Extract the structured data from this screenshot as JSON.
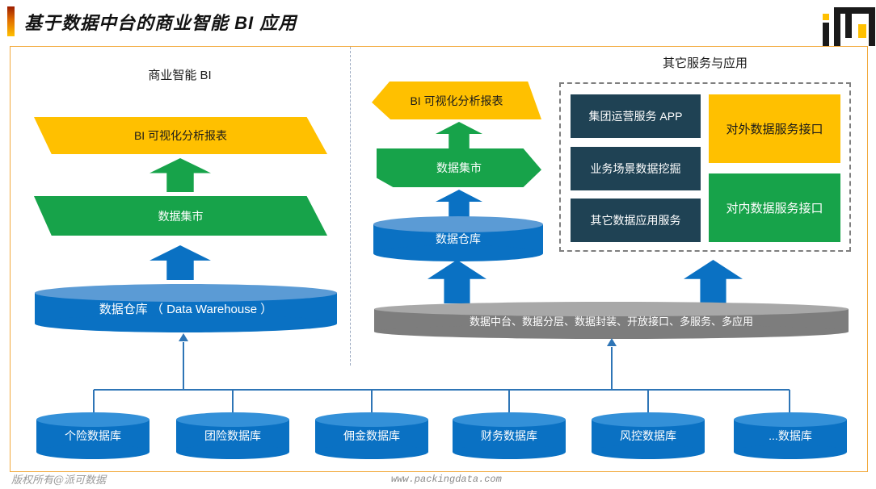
{
  "title": "基于数据中台的商业智能 BI 应用",
  "bi_section": {
    "heading": "商业智能 BI",
    "report_banner": "BI 可视化分析报表",
    "mart_banner": "数据集市",
    "warehouse_label": "数据仓库 （ Data Warehouse ）"
  },
  "mid_section": {
    "report_banner": "BI 可视化分析报表",
    "mart_banner": "数据集市",
    "warehouse_label": "数据仓库"
  },
  "services_section": {
    "heading": "其它服务与应用",
    "apps": [
      "集团运营服务 APP",
      "业务场景数据挖掘",
      "其它数据应用服务"
    ],
    "external_api": "对外数据服务接口",
    "internal_api": "对内数据服务接口"
  },
  "platform": {
    "label": "数据中台、数据分层、数据封装、开放接口、多服务、多应用"
  },
  "databases": [
    "个险数据库",
    "团险数据库",
    "佣金数据库",
    "财务数据库",
    "风控数据库",
    "...数据库"
  ],
  "footer": {
    "copyright": "版权所有@派可数据",
    "website": "www.packingdata.com"
  },
  "colors": {
    "accent_yellow": "#FFC000",
    "green": "#17A34A",
    "blue": "#0A71C3",
    "dark_slate": "#1F4254",
    "platform_gray": "#7D7D7D",
    "frame_orange": "#F2A93B",
    "connector_blue": "#2E75B6"
  }
}
